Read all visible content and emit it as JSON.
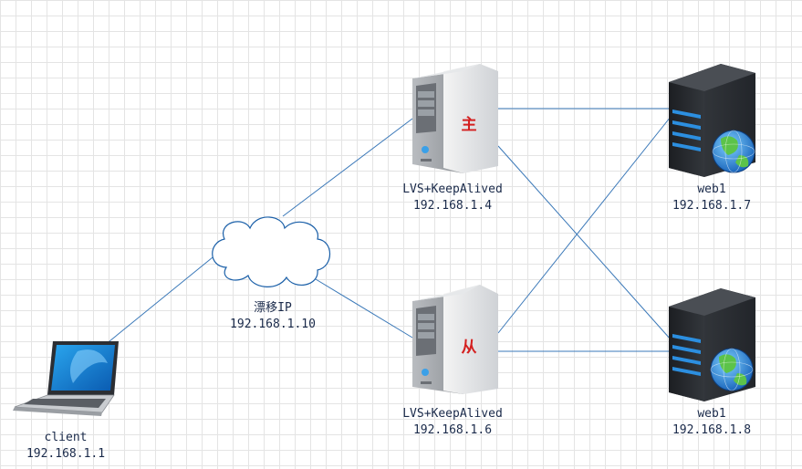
{
  "nodes": {
    "client": {
      "name": "client",
      "ip": "192.168.1.1"
    },
    "vip": {
      "name": "漂移IP",
      "ip": "192.168.1.10"
    },
    "lvs_master": {
      "name": "LVS+KeepAlived",
      "ip": "192.168.1.4",
      "role": "主"
    },
    "lvs_backup": {
      "name": "LVS+KeepAlived",
      "ip": "192.168.1.6",
      "role": "从"
    },
    "web1_top": {
      "name": "web1",
      "ip": "192.168.1.7"
    },
    "web1_bottom": {
      "name": "web1",
      "ip": "192.168.1.8"
    }
  },
  "colors": {
    "link": "#3a78b8",
    "role_text": "#d42020"
  }
}
